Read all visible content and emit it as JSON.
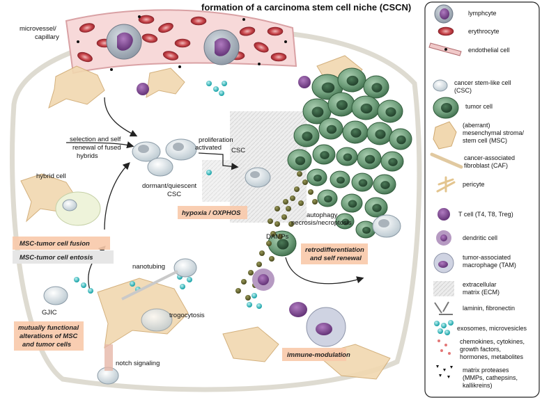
{
  "title": "formation of a carcinoma stem cell niche (CSCN)",
  "labels": {
    "microvessel": [
      "microvessel/",
      "capillary"
    ],
    "selection": [
      "selection and self",
      "renewal of fused",
      "hybrids"
    ],
    "hybrid_cell": "hybrid cell",
    "proliferation": [
      "proliferation",
      "activated"
    ],
    "csc": "CSC",
    "dormant": [
      "dormant/quiescent",
      "CSC"
    ],
    "autophagy": [
      "autophagy",
      "necrosis/necroptosis"
    ],
    "damps": "DAMPs",
    "nanotubing": "nanotubing",
    "gjic": "GJIC",
    "trogocytosis": "trogocytosis",
    "notch": "notch signaling"
  },
  "boxes": {
    "fusion": "MSC-tumor cell fusion",
    "entosis": "MSC-tumor cell entosis",
    "hypoxia": "hypoxia / OXPHOS",
    "retro": [
      "retrodifferentiation",
      "and self renewal"
    ],
    "mutual": [
      "mutually functional",
      "alterations of MSC",
      "and tumor cells"
    ],
    "immune": "immune-modulation"
  },
  "legend": [
    {
      "lines": [
        "lymphcyte"
      ]
    },
    {
      "lines": [
        "erythrocyte"
      ]
    },
    {
      "lines": [
        "endothelial cell"
      ]
    },
    {
      "lines": [
        "cancer stem-like cell",
        "(CSC)"
      ]
    },
    {
      "lines": [
        "tumor cell"
      ]
    },
    {
      "lines": [
        "(aberrant)",
        "mesenchymal stroma/",
        "stem cell (MSC)"
      ]
    },
    {
      "lines": [
        "cancer-associated",
        "fibroblast (CAF)"
      ]
    },
    {
      "lines": [
        "pericyte"
      ]
    },
    {
      "lines": [
        "T cell (T4, T8, Treg)"
      ]
    },
    {
      "lines": [
        "dendritic cell"
      ]
    },
    {
      "lines": [
        "tumor-associated",
        "macrophage (TAM)"
      ]
    },
    {
      "lines": [
        "extracellular",
        "matrix (ECM)"
      ]
    },
    {
      "lines": [
        "laminin, fibronectin"
      ]
    },
    {
      "lines": [
        "exosomes, microvesicles"
      ]
    },
    {
      "lines": [
        "chemokines, cytokines,",
        "growth factors,",
        "hormones, metabolites"
      ]
    },
    {
      "lines": [
        "matrix proteases",
        "(MMPs, cathepsins,",
        "kallikreins)"
      ]
    }
  ]
}
